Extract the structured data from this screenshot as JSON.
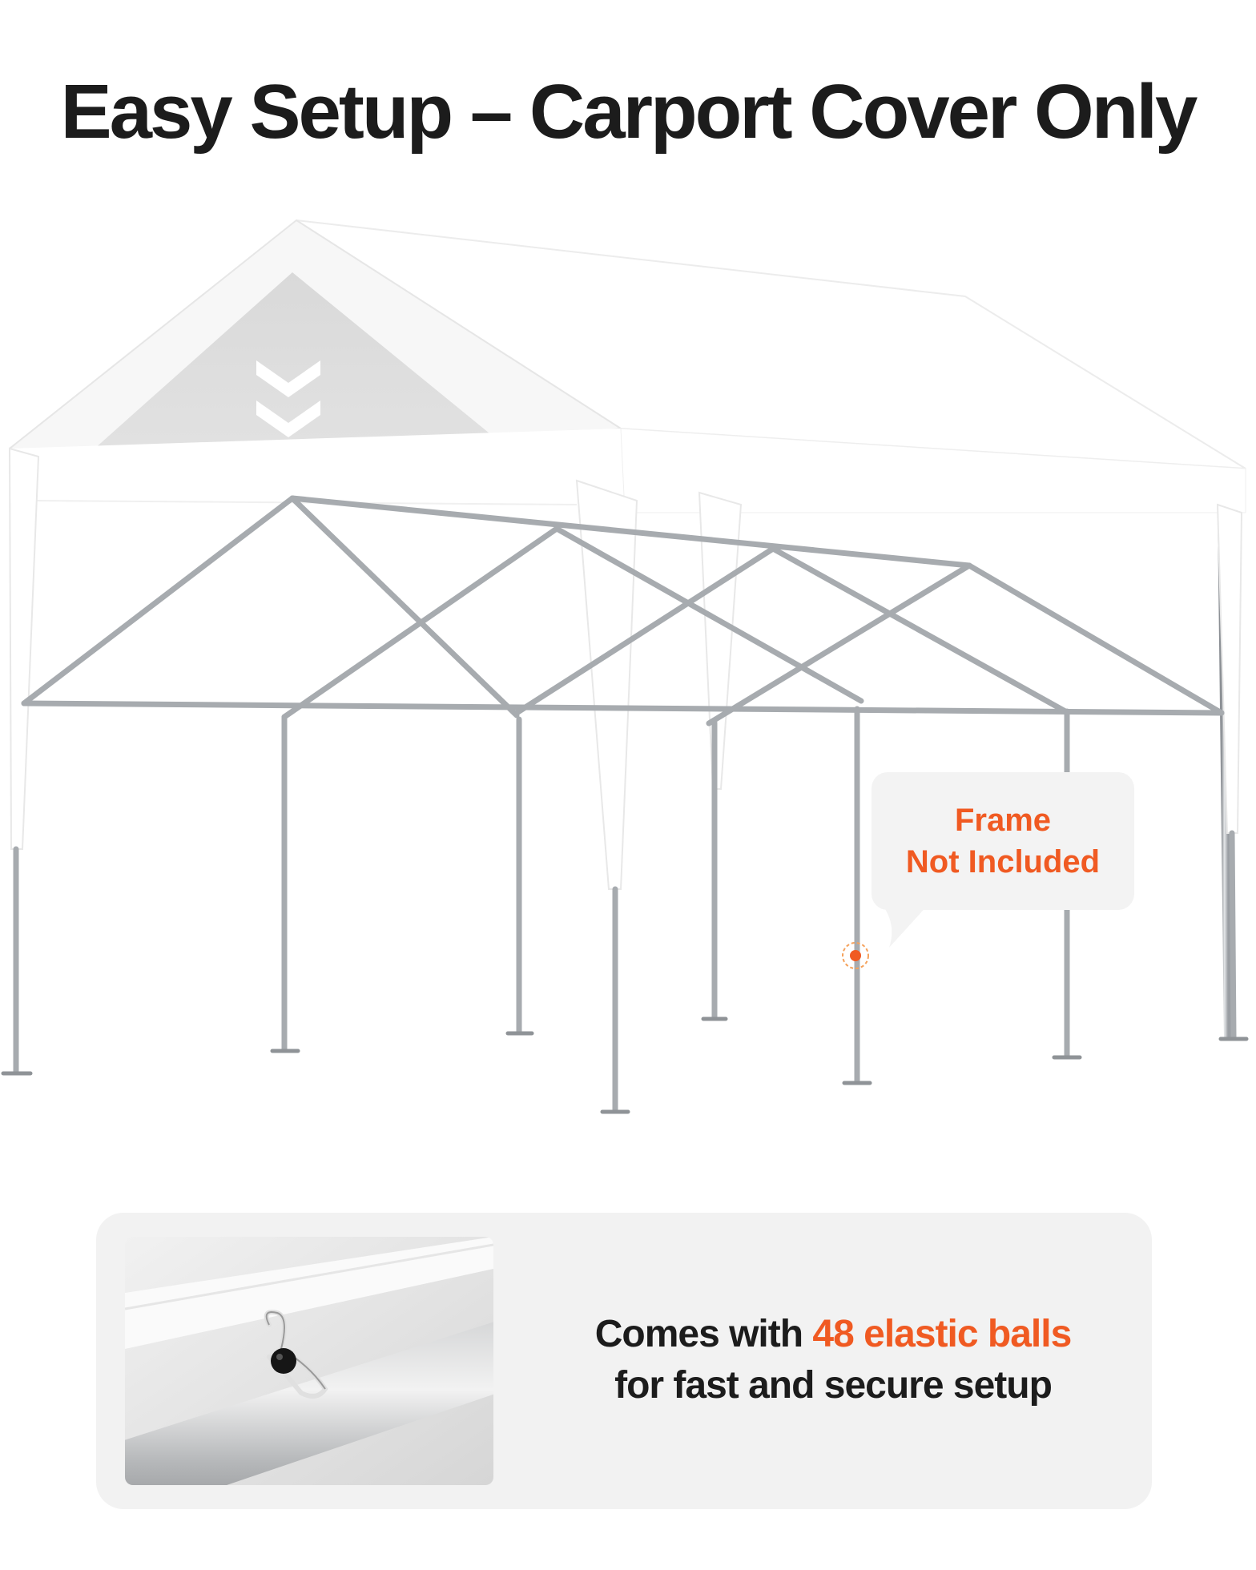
{
  "headline": "Easy Setup – Carport Cover Only",
  "callout": {
    "line1": "Frame",
    "line2": "Not Included"
  },
  "feature": {
    "text_before": "Comes with ",
    "highlight": "48 elastic balls",
    "text_after": "for fast and secure setup"
  },
  "colors": {
    "accent": "#f05a22",
    "text": "#1c1c1c",
    "panel": "#f2f2f2",
    "canopy": "#ffffff",
    "canopy_shadow": "#e2e2e2",
    "frame": "#a8acb0"
  },
  "icons": [
    "chevron-down-icon",
    "chevron-down-icon",
    "chevron-down-icon",
    "location-marker-icon"
  ]
}
